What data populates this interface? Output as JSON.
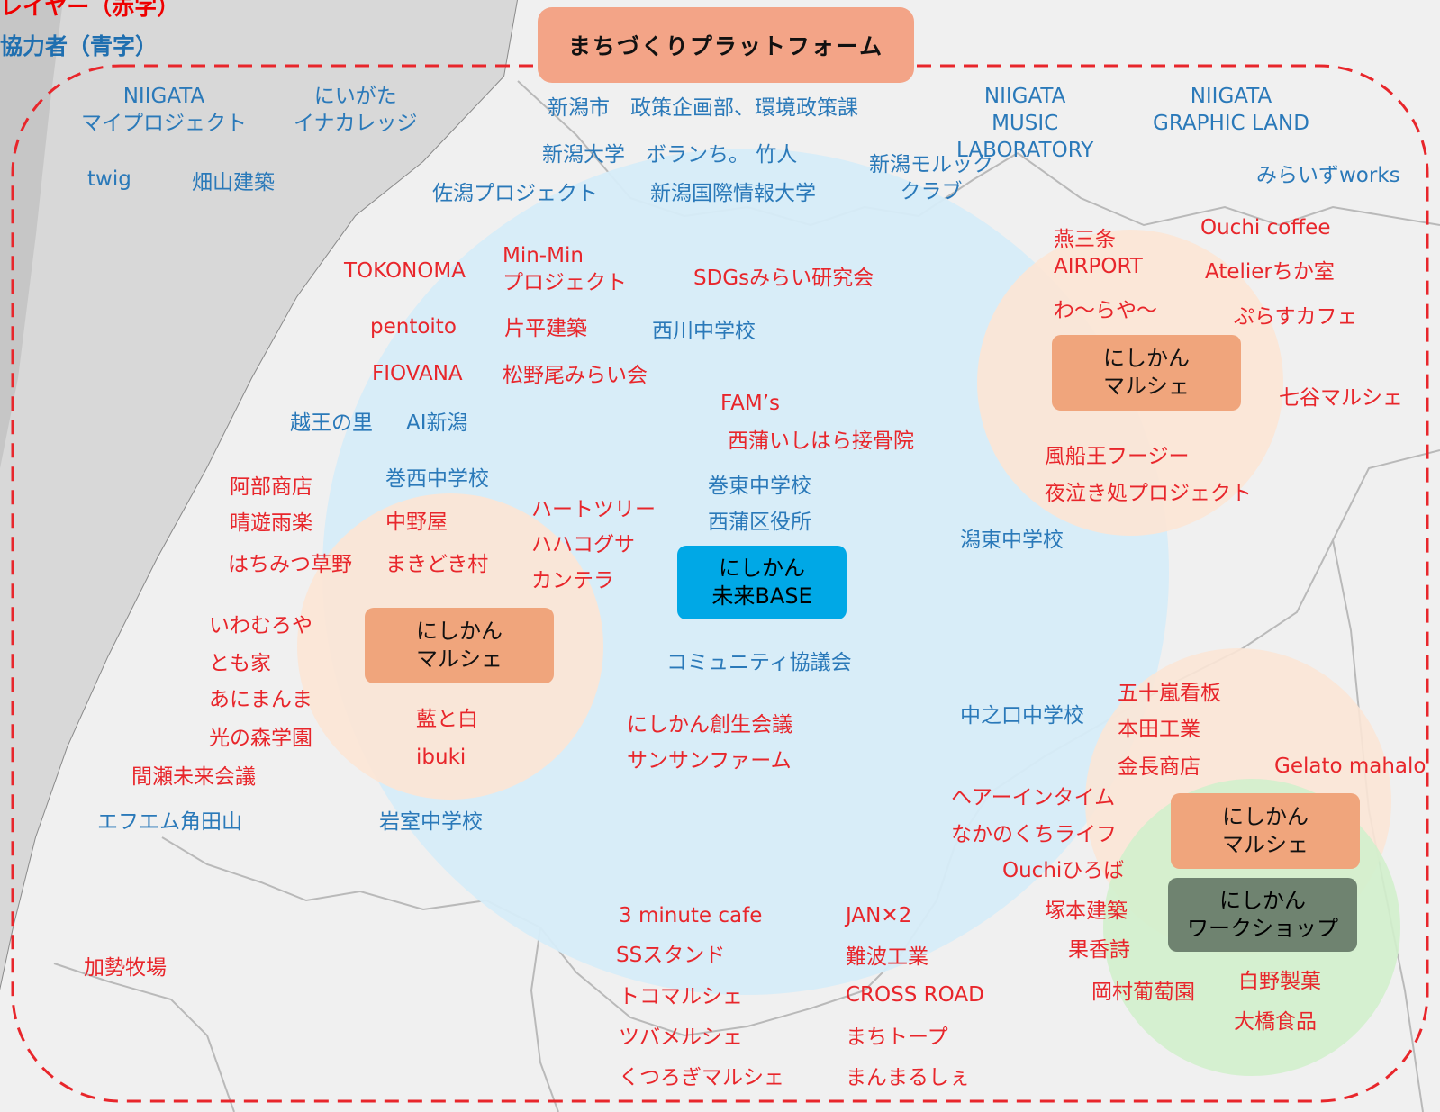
{
  "legend": {
    "red": "レイヤー（赤字）",
    "blue": "協力者（青字）"
  },
  "header": {
    "platform": "まちづくりプラットフォーム"
  },
  "nodes": {
    "base": [
      "にしかん",
      "未来BASE"
    ],
    "marche_left": [
      "にしかん",
      "マルシェ"
    ],
    "marche_right_top": [
      "にしかん",
      "マルシェ"
    ],
    "marche_right_bottom": [
      "にしかん",
      "マルシェ"
    ],
    "workshop": [
      "にしかん",
      "ワークショップ"
    ]
  },
  "partners_blue": {
    "niigata_my_project": [
      "NIIGATA",
      "マイプロジェクト"
    ],
    "niigata_inacollege": [
      "にいがた",
      "イナカレッジ"
    ],
    "twig": "twig",
    "hatayama": "畑山建築",
    "niigata_city": "新潟市　政策企画部、環境政策課",
    "niigata_univ": "新潟大学　ボランち。 竹人",
    "sagata": "佐潟プロジェクト",
    "nuis": "新潟国際情報大学",
    "music_lab": [
      "NIIGATA",
      "MUSIC",
      "LABORATORY"
    ],
    "mollusk": [
      "新潟モルック",
      "クラブ"
    ],
    "graphic_land": [
      "NIIGATA",
      "GRAPHIC LAND"
    ],
    "miraisworks": "みらいずworks",
    "nishikawa_jhs": "西川中学校",
    "koshio": "越王の里",
    "ai_niigata": "AI新潟",
    "makinishi_jhs": "巻西中学校",
    "makihigashi_jhs": "巻東中学校",
    "nishikan_office": "西蒲区役所",
    "katahigashi_jhs": "潟東中学校",
    "community": "コミュニティ協議会",
    "nakanokuchi_jhs": "中之口中学校",
    "iwamuro_jhs": "岩室中学校",
    "fm_kakudayama": "エフエム角田山",
    "kaze_farm": "加勢牧場"
  },
  "layers_red": {
    "tokonoma": "TOKONOMA",
    "minmin": [
      "Min-Min",
      "プロジェクト"
    ],
    "sdgs": "SDGsみらい研究会",
    "pentoito": "pentoito",
    "katahira": "片平建築",
    "fiovana": "FIOVANA",
    "matsunoo": "松野尾みらい会",
    "fams": "FAM’s",
    "ishihara": "西蒲いしはら接骨院",
    "abe": "阿部商店",
    "seiyu": "晴遊雨楽",
    "hachimitsu": "はちみつ草野",
    "nakanoya": "中野屋",
    "makidoki": "まきどき村",
    "heart_tree": "ハートツリー",
    "hahakogusa": "ハハコグサ",
    "kantera": "カンテラ",
    "iwamuroya": "いわむろや",
    "tomoie": "とも家",
    "animanma": "あにまんま",
    "hikarinomori": "光の森学園",
    "mase": "間瀬未来会議",
    "ai_to_shiro": "藍と白",
    "ibuki": "ibuki",
    "sousei": "にしかん創生会議",
    "sunsun": "サンサンファーム",
    "tsubame_airport": [
      "燕三条",
      "AIRPORT"
    ],
    "waraya": "わ〜らや〜",
    "ouchi_coffee": "Ouchi coffee",
    "atelier": "Atelierちか室",
    "plus_cafe": "ぷらすカフェ",
    "nanatani": "七谷マルシェ",
    "fusen": "風船王フージー",
    "yonaki": "夜泣き処プロジェクト",
    "igarashi": "五十嵐看板",
    "honda": "本田工業",
    "kanecho": "金長商店",
    "gelato": "Gelato  mahalo",
    "hair": "ヘアーインタイム",
    "nakanokuchi_life": "なかのくちライフ",
    "ouchi_hiroba": "Ouchiひろば",
    "tsukamoto": "塚本建築",
    "kakoshi": "果香詩",
    "okamura": "岡村葡萄園",
    "shirono": "白野製菓",
    "ohashi": "大橋食品",
    "three_min": "3 minute cafe",
    "ss_stand": "SSスタンド",
    "toko_marche": "トコマルシェ",
    "tsubame_marche": "ツバメルシェ",
    "kutsurogi": "くつろぎマルシェ",
    "jan_a": "JAN",
    "jan_x": "✕",
    "jan_b": "2",
    "namba": "難波工業",
    "cross_road": "CROSS ROAD",
    "machi_taupe": "まちトープ",
    "manmaru": "まんまるしぇ"
  },
  "colors": {
    "red_text": "#e8262b",
    "blue_text": "#2a79b9",
    "big_circle": "#d6ecf8",
    "peach_circle": "#fbe6d6",
    "green_circle": "#d2f0cc",
    "dashed_border": "#e8262b",
    "marche_box": "#f0a57c",
    "base_box": "#00a8e6",
    "workshop_box": "#6f8370",
    "platform_box": "#f3a487"
  }
}
